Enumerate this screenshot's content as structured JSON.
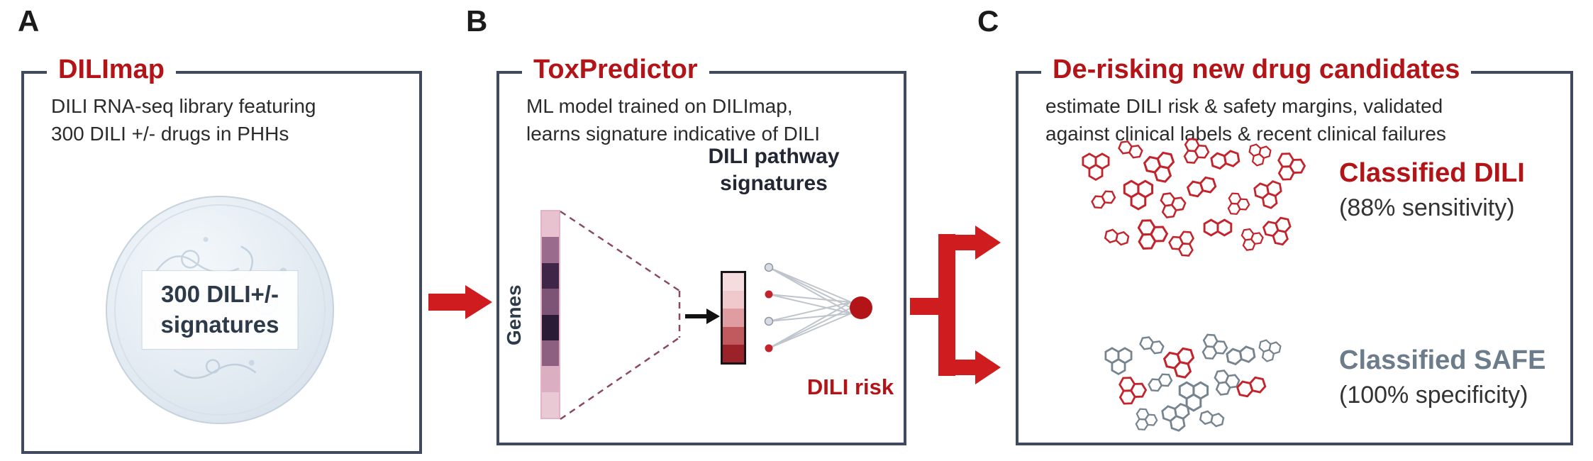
{
  "palette": {
    "red": "#b31418",
    "arrow_red": "#cf1c1e",
    "border": "#3f4a5e",
    "safe_gray": "#6d7c8b",
    "molecule_red": "#c3242b",
    "molecule_gray": "#76848f"
  },
  "panels": {
    "a": {
      "letter": "A",
      "title": "DILImap",
      "desc_line1": "DILI RNA-seq library featuring",
      "desc_line2": "300 DILI +/- drugs in PHHs",
      "dish_label_line1": "300 DILI+/-",
      "dish_label_line2": "signatures"
    },
    "b": {
      "letter": "B",
      "title": "ToxPredictor",
      "desc_line1": "ML model trained on DILImap,",
      "desc_line2": "learns signature indicative of DILI",
      "genes_label": "Genes",
      "pathway_label_line1": "DILI pathway",
      "pathway_label_line2": "signatures",
      "risk_label": "DILI risk",
      "genes_bar_colors": [
        "#e9c2cf",
        "#9b6b8e",
        "#3f2547",
        "#7d5476",
        "#2c1b36",
        "#8d5f80",
        "#dcaec2",
        "#e9c9d4"
      ],
      "signature_bar_colors": [
        "#f5dddf",
        "#efc9cc",
        "#df9da1",
        "#c05a5f",
        "#9c2229"
      ]
    },
    "c": {
      "letter": "C",
      "title": "De-risking new drug candidates",
      "desc_line1": "estimate DILI risk & safety margins, validated",
      "desc_line2": "against clinical labels & recent clinical failures",
      "dili": {
        "label": "Classified DILI",
        "stat": "(88% sensitivity)",
        "count": 19
      },
      "safe": {
        "label": "Classified SAFE",
        "stat": "(100% specificity)",
        "count": 14,
        "accent_indices": [
          2,
          6,
          10
        ]
      }
    }
  }
}
